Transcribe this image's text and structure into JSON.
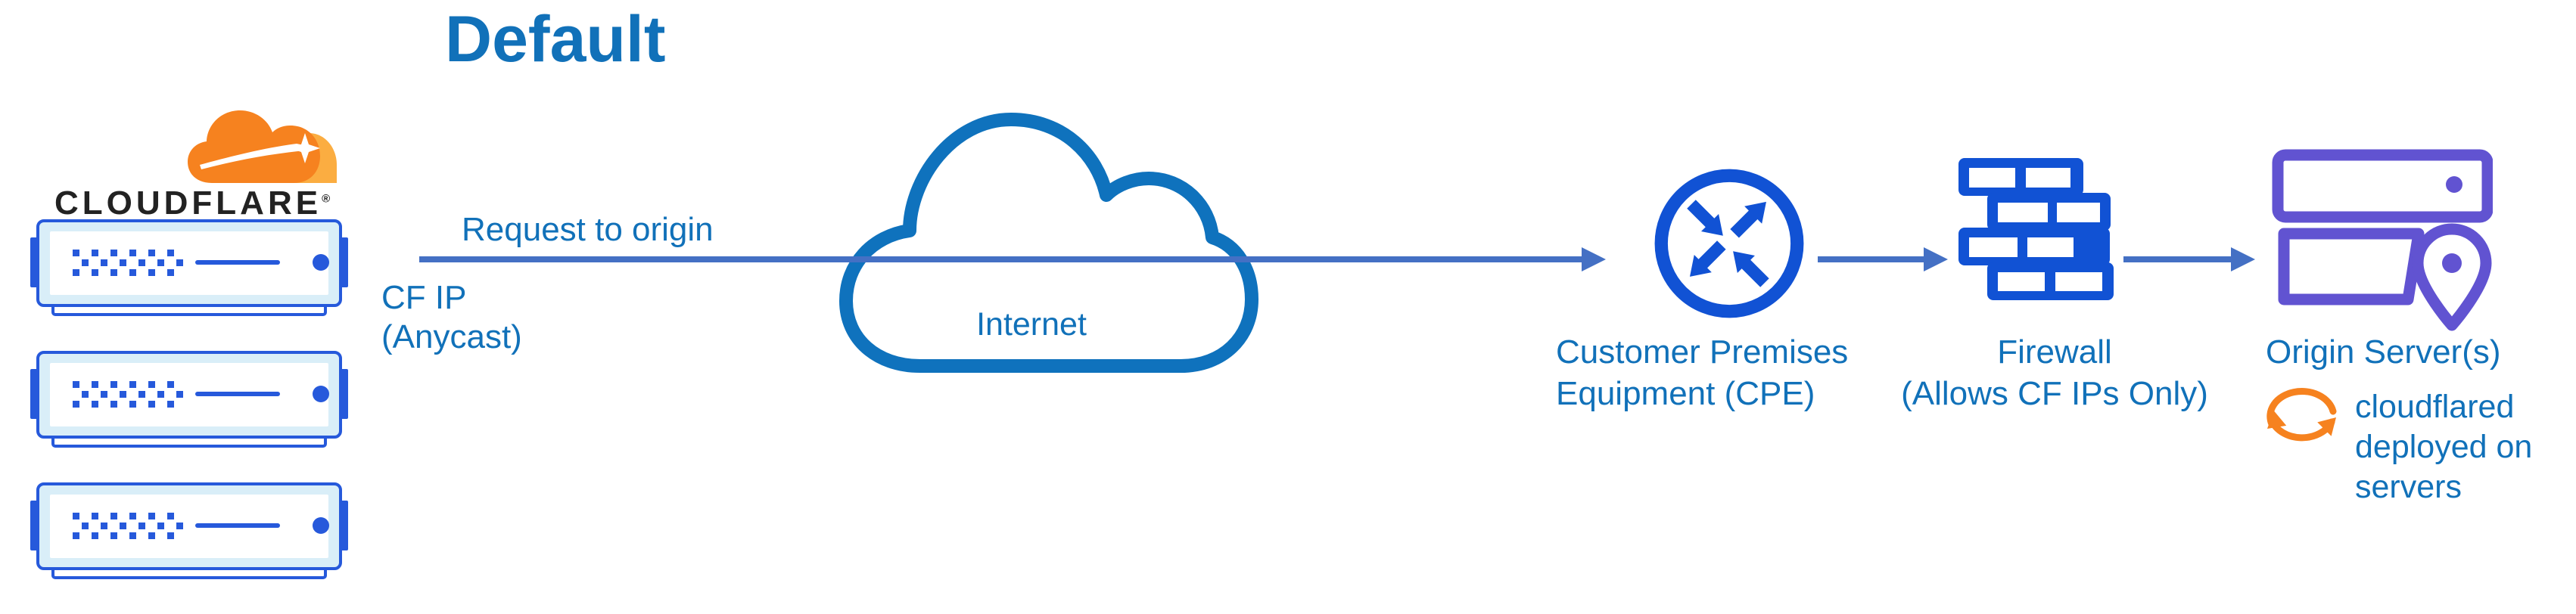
{
  "colors": {
    "label_blue": "#1171b9",
    "line_blue": "#4470c4",
    "icon_blue": "#1152d4",
    "server_blue": "#2659db",
    "server_fill": "#d9eef8",
    "cloud_stroke": "#0f72bd",
    "purple": "#6153d1",
    "orange": "#f6821f",
    "orange_light": "#fbad41",
    "wordmark_dark": "#222222",
    "white": "#ffffff"
  },
  "title": "Default",
  "cloudflare_logo": {
    "wordmark": "CLOUDFLARE",
    "registered_mark": "®",
    "cloud_icon": "cloudflare-cloud-icon"
  },
  "edge": {
    "server_icon": "edge-server-icon",
    "server_count": 3,
    "request_label": "Request to origin",
    "ip_label_line1": "CF IP",
    "ip_label_line2": "(Anycast)"
  },
  "internet": {
    "icon": "internet-cloud-icon",
    "label": "Internet"
  },
  "cpe": {
    "icon": "cpe-router-icon",
    "label_line1": "Customer Premises",
    "label_line2": "Equipment (CPE)"
  },
  "firewall": {
    "icon": "firewall-brick-icon",
    "label_line1": "Firewall",
    "label_line2": "(Allows CF IPs Only)"
  },
  "origin": {
    "icon": "origin-servers-location-icon",
    "label": "Origin Server(s)",
    "cloudflared_icon": "sync-arrows-icon",
    "note_line1": "cloudflared",
    "note_line2": "deployed on",
    "note_line3": "servers"
  }
}
